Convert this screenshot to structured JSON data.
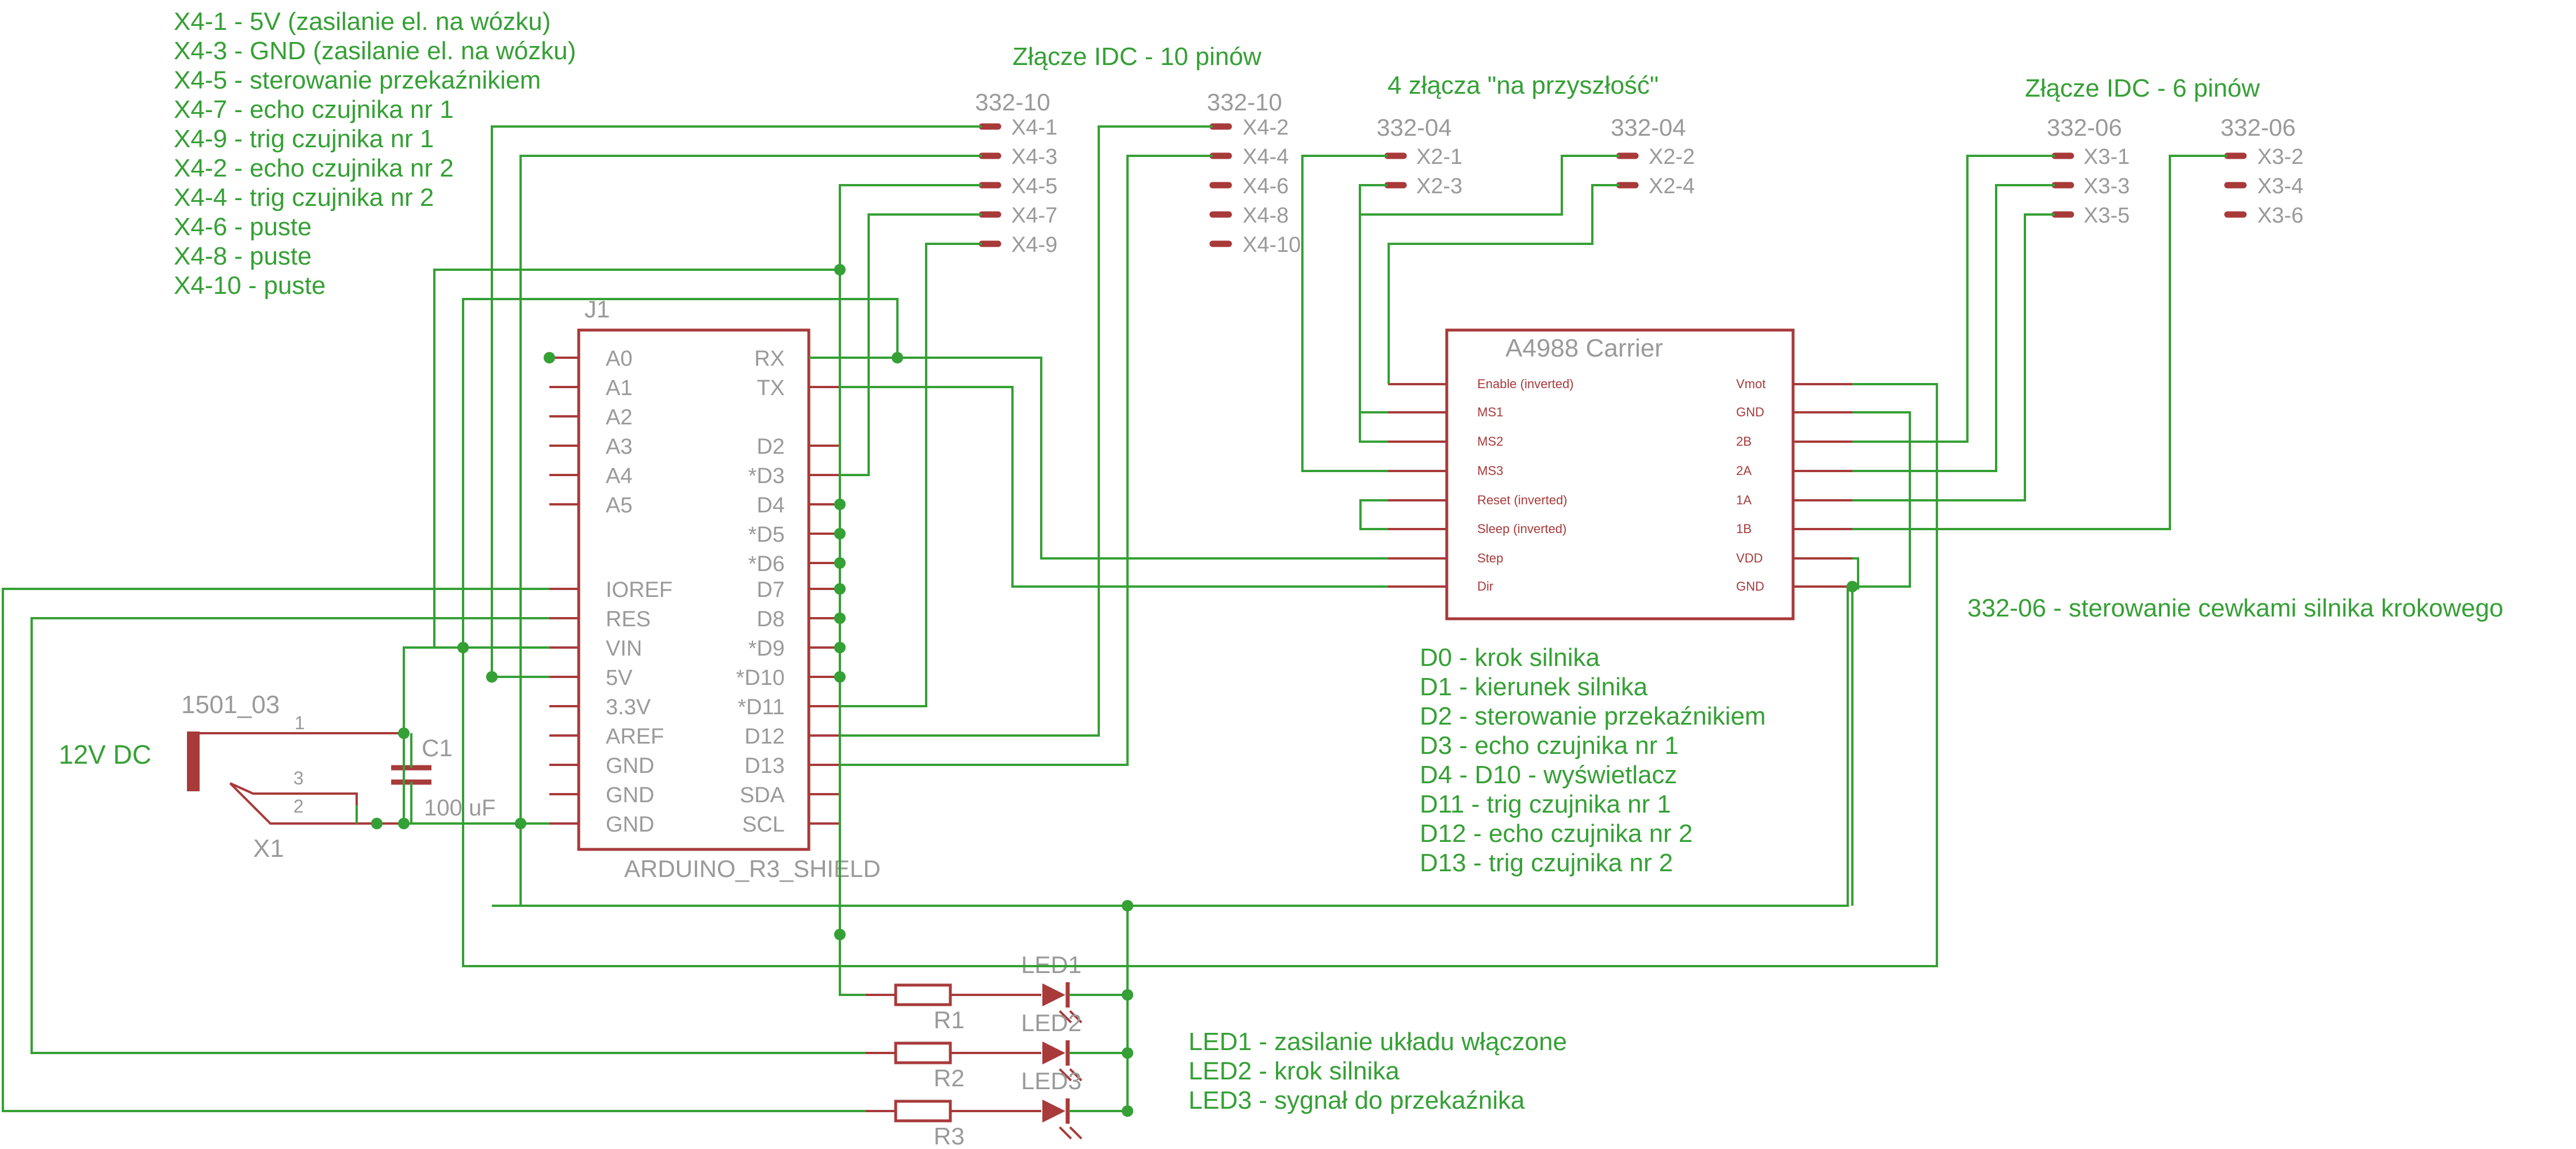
{
  "notes": {
    "x4": [
      "X4-1 - 5V (zasilanie el. na wózku)",
      "X4-3 - GND (zasilanie el. na wózku)",
      "X4-5 - sterowanie przekaźnikiem",
      "X4-7 - echo czujnika nr 1",
      "X4-9 - trig czujnika nr 1",
      "X4-2 - echo czujnika nr 2",
      "X4-4 - trig czujnika nr 2",
      "X4-6 - puste",
      "X4-8 - puste",
      "X4-10 - puste"
    ],
    "arduino_pins": [
      "D0 - krok silnika",
      "D1 - kierunek silnika",
      "D2 - sterowanie przekaźnikiem",
      "D3 - echo czujnika nr 1",
      "D4 - D10 - wyświetlacz",
      "D11 - trig czujnika nr 1",
      "D12 - echo czujnika nr 2",
      "D13 - trig czujnika nr 2"
    ],
    "leds": [
      "LED1 - zasilanie układu włączone",
      "LED2 - krok silnika",
      "LED3 - sygnał do przekaźnika"
    ],
    "coils": "332-06 - sterowanie cewkami silnika krokowego"
  },
  "headings": {
    "idc10": "Złącze IDC - 10 pinów",
    "future": "4 złącza \"na przyszłość\"",
    "idc6": "Złącze IDC - 6 pinów"
  },
  "connectors": {
    "x4_odd": {
      "part": "332-10",
      "pins": [
        "X4-1",
        "X4-3",
        "X4-5",
        "X4-7",
        "X4-9"
      ]
    },
    "x4_even": {
      "part": "332-10",
      "pins": [
        "X4-2",
        "X4-4",
        "X4-6",
        "X4-8",
        "X4-10"
      ]
    },
    "x2_a": {
      "part": "332-04",
      "pins": [
        "X2-1",
        "X2-3"
      ]
    },
    "x2_b": {
      "part": "332-04",
      "pins": [
        "X2-2",
        "X2-4"
      ]
    },
    "x3_a": {
      "part": "332-06",
      "pins": [
        "X3-1",
        "X3-3",
        "X3-5"
      ]
    },
    "x3_b": {
      "part": "332-06",
      "pins": [
        "X3-2",
        "X3-4",
        "X3-6"
      ]
    }
  },
  "arduino": {
    "ref": "J1",
    "name": "ARDUINO_R3_SHIELD",
    "left_pins": [
      "A0",
      "A1",
      "A2",
      "A3",
      "A4",
      "A5",
      "",
      "IOREF",
      "RES",
      "VIN",
      "5V",
      "3.3V",
      "AREF",
      "GND",
      "GND",
      "GND"
    ],
    "right_pins": [
      "RX",
      "TX",
      "",
      "D2",
      "*D3",
      "D4",
      "*D5",
      "*D6",
      "D7",
      "D8",
      "*D9",
      "*D10",
      "*D11",
      "D12",
      "D13",
      "SDA",
      "SCL"
    ]
  },
  "driver": {
    "name": "A4988 Carrier",
    "left_pins": [
      "Enable (inverted)",
      "MS1",
      "MS2",
      "MS3",
      "Reset (inverted)",
      "Sleep (inverted)",
      "Step",
      "Dir"
    ],
    "right_pins": [
      "Vmot",
      "GND",
      "2B",
      "2A",
      "1A",
      "1B",
      "VDD",
      "GND"
    ]
  },
  "power": {
    "jack_part": "1501_03",
    "jack_ref": "X1",
    "jack_pins": [
      "1",
      "3",
      "2"
    ],
    "label": "12V DC",
    "cap_ref": "C1",
    "cap_value": "100 uF"
  },
  "resistors": [
    "R1",
    "R2",
    "R3"
  ],
  "led_refs": [
    "LED1",
    "LED2",
    "LED3"
  ],
  "colors": {
    "wire": "#35a035",
    "part": "#a83a3a",
    "label": "#9a9a9a"
  }
}
